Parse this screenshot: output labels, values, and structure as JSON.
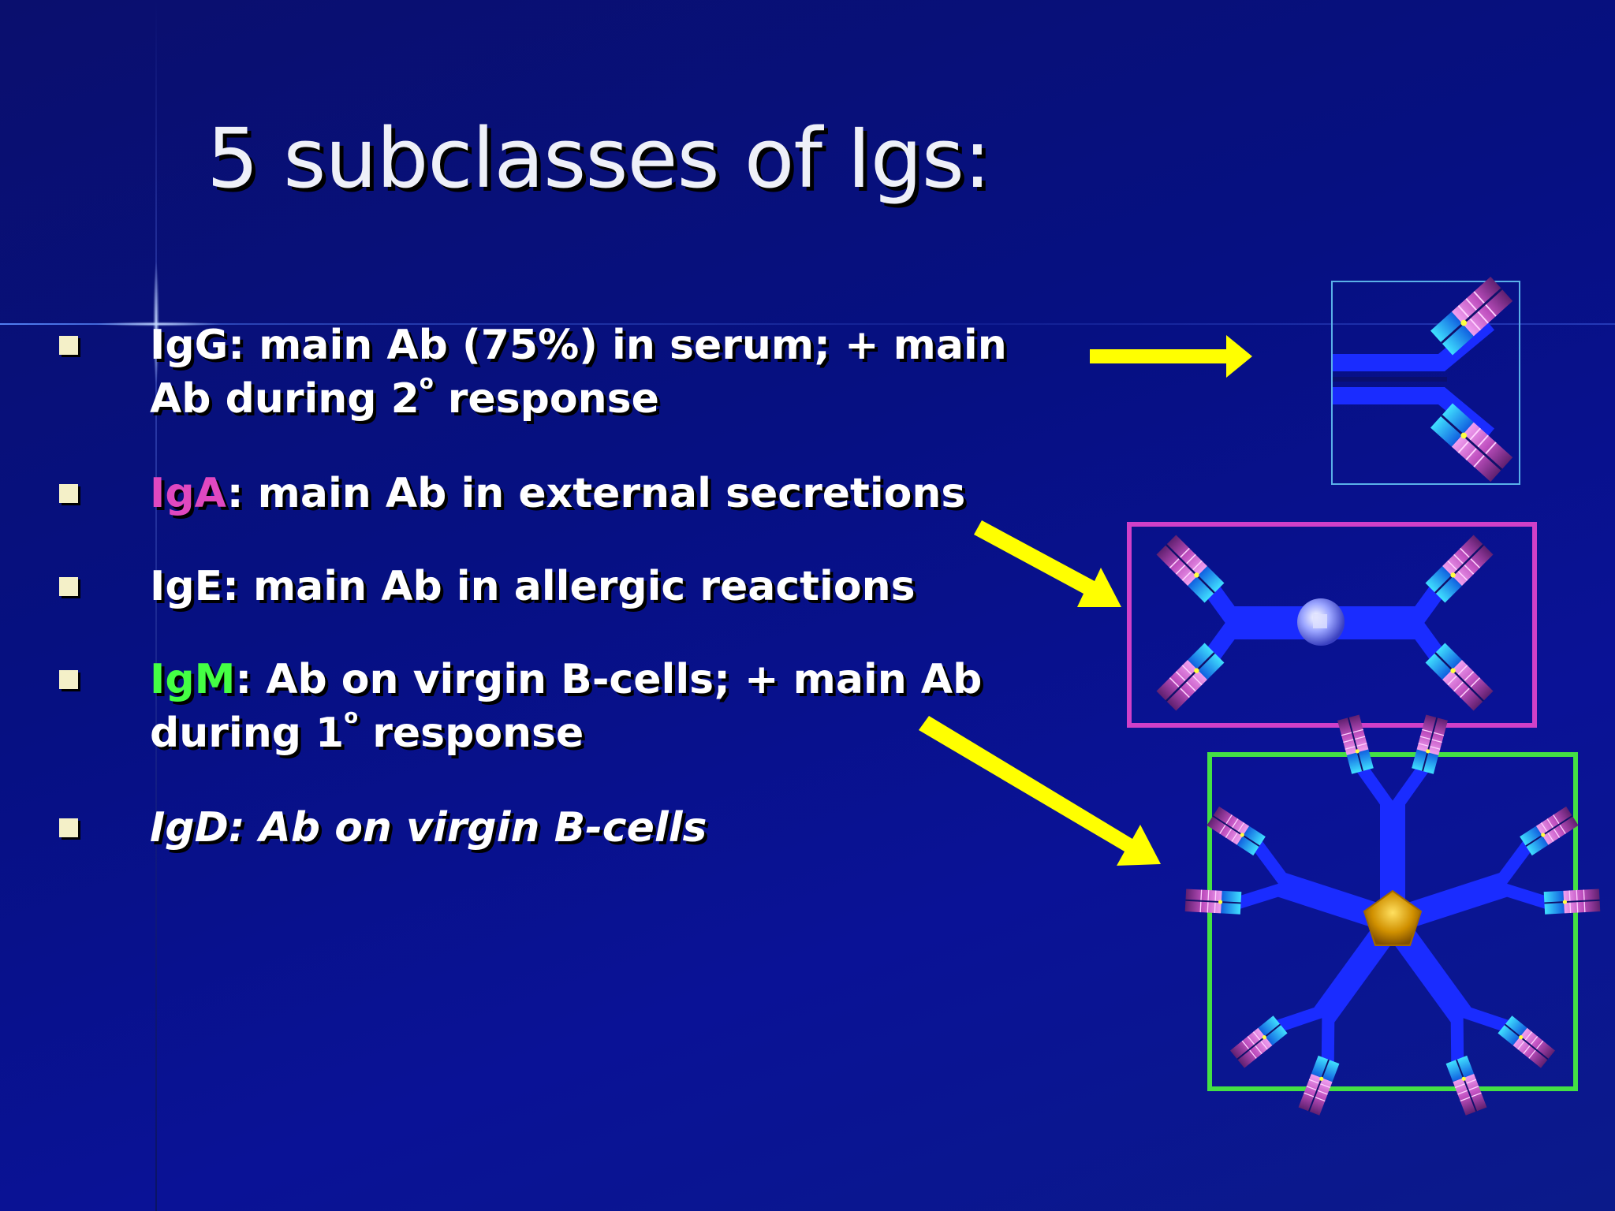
{
  "title": "5 subclasses of Igs:",
  "bullets": [
    {
      "label": "IgG",
      "rest": ": main Ab (75%) in serum; + main Ab during 2",
      "sup": "o",
      "tail": " response"
    },
    {
      "label": "IgA",
      "rest": ": main Ab in external secretions"
    },
    {
      "label": "IgE",
      "rest": ": main Ab in allergic reactions"
    },
    {
      "label": "IgM",
      "rest": ": Ab on virgin B-cells; + main Ab during 1",
      "sup": "o",
      "tail": " response"
    },
    {
      "text": "IgD: Ab on virgin B-cells"
    }
  ],
  "colors": {
    "background": "#061082",
    "arrow": "#ffff00",
    "iga_label": "#e048c0",
    "igm_label": "#44ff44",
    "igg_box": "#5ab0e8",
    "iga_box": "#d040c8",
    "igm_box": "#44e044",
    "antibody_chain": "#1a2cff",
    "antibody_tip": "#d070d0"
  },
  "icons": [
    "arrow-igg",
    "arrow-iga",
    "arrow-igm",
    "igg-monomer",
    "iga-dimer",
    "igm-pentamer"
  ]
}
